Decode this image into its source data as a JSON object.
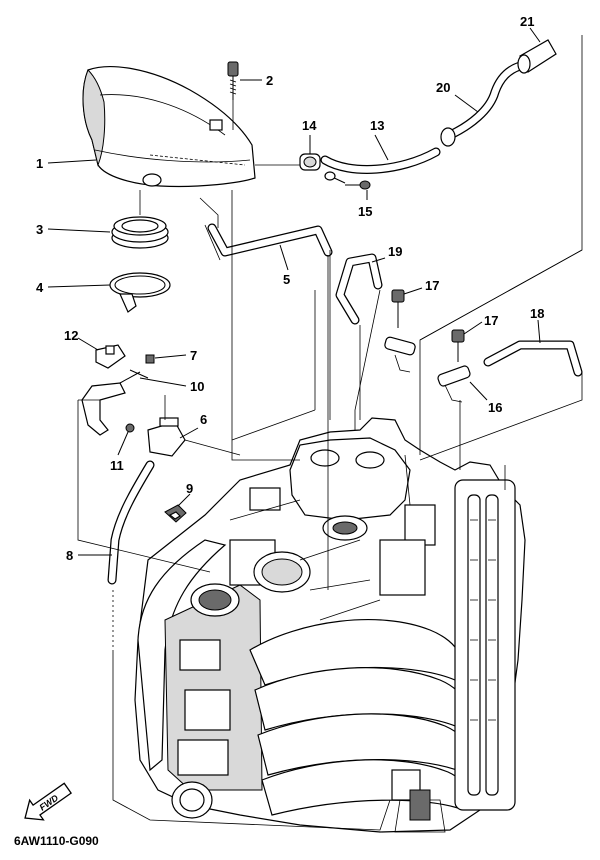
{
  "diagram": {
    "code": "6AW1110-G090",
    "direction_label": "FWD",
    "callouts": [
      {
        "id": "1",
        "text": "1"
      },
      {
        "id": "2",
        "text": "2"
      },
      {
        "id": "3",
        "text": "3"
      },
      {
        "id": "4",
        "text": "4"
      },
      {
        "id": "5",
        "text": "5"
      },
      {
        "id": "6",
        "text": "6"
      },
      {
        "id": "7",
        "text": "7"
      },
      {
        "id": "8",
        "text": "8"
      },
      {
        "id": "9",
        "text": "9"
      },
      {
        "id": "10",
        "text": "10"
      },
      {
        "id": "11",
        "text": "11"
      },
      {
        "id": "12",
        "text": "12"
      },
      {
        "id": "13",
        "text": "13"
      },
      {
        "id": "14",
        "text": "14"
      },
      {
        "id": "15",
        "text": "15"
      },
      {
        "id": "16",
        "text": "16"
      },
      {
        "id": "17a",
        "text": "17"
      },
      {
        "id": "17b",
        "text": "17"
      },
      {
        "id": "18",
        "text": "18"
      },
      {
        "id": "19",
        "text": "19"
      },
      {
        "id": "20",
        "text": "20"
      },
      {
        "id": "21",
        "text": "21"
      }
    ]
  }
}
